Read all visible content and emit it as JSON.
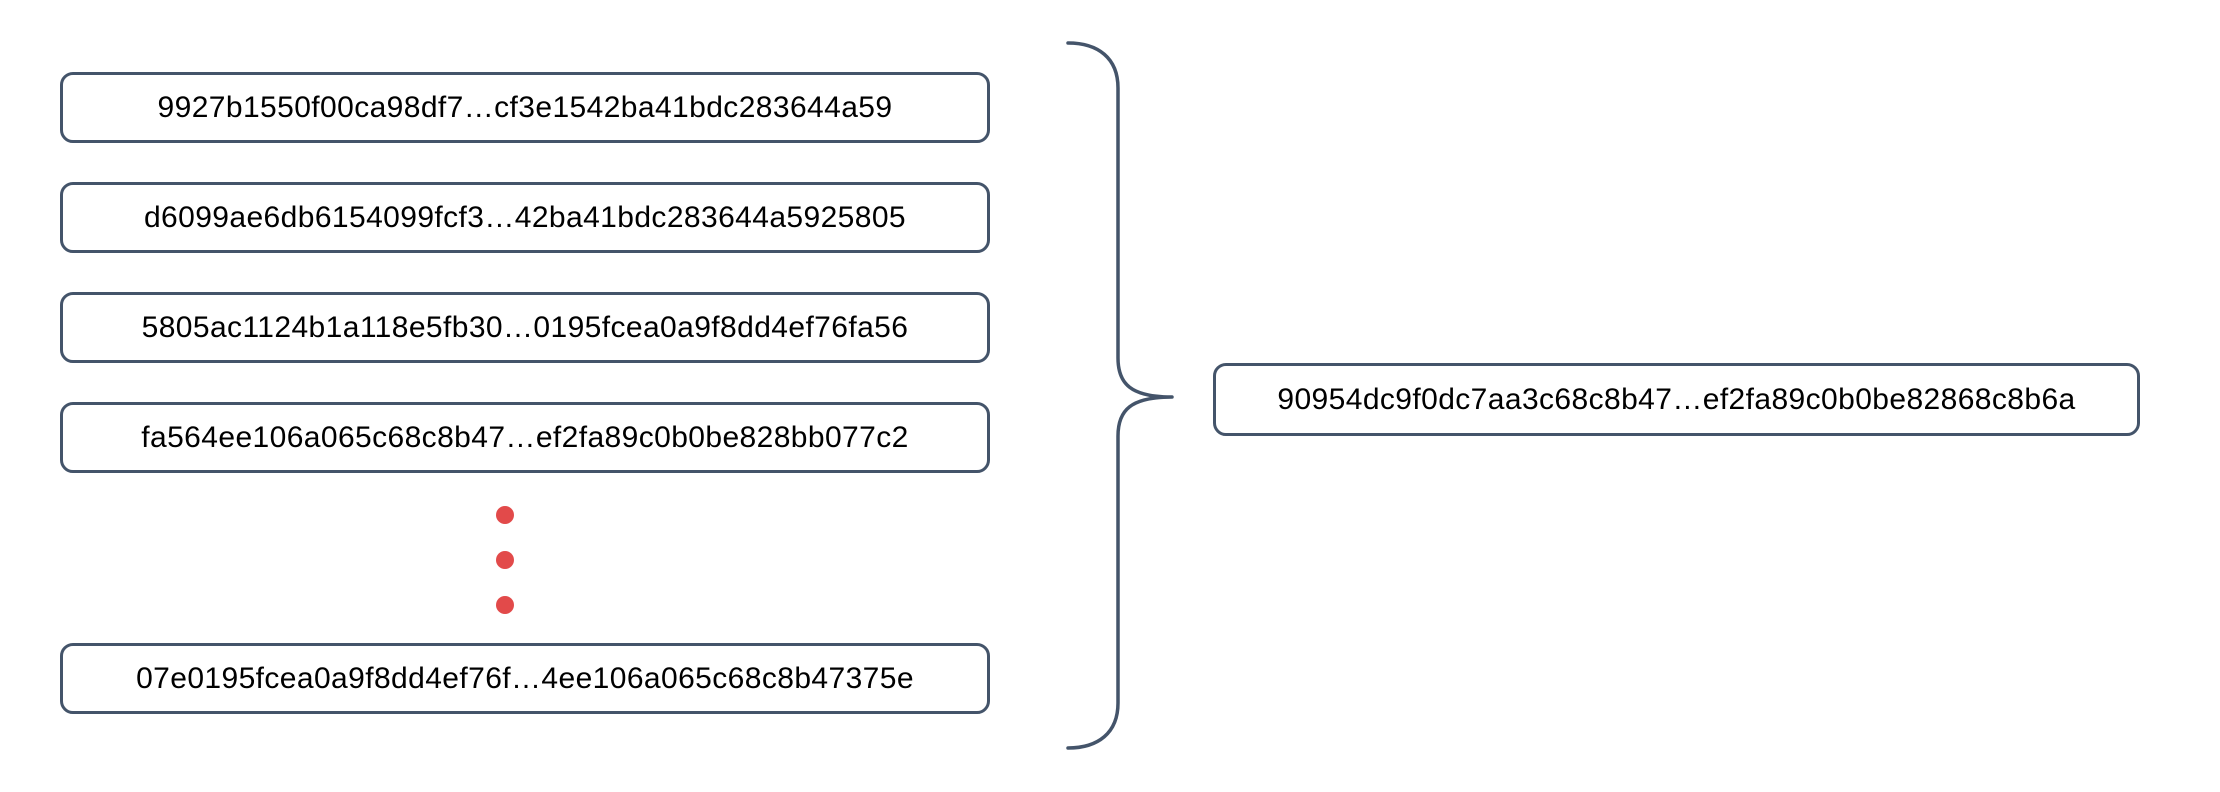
{
  "colors": {
    "box_border": "#44546a",
    "brace": "#44546a",
    "dot": "#e24a4a",
    "text": "#000000",
    "background": "#ffffff"
  },
  "left_column": {
    "boxes": [
      {
        "text": "9927b1550f00ca98df7…cf3e1542ba41bdc283644a59"
      },
      {
        "text": "d6099ae6db6154099fcf3…42ba41bdc283644a5925805"
      },
      {
        "text": "5805ac1124b1a118e5fb30…0195fcea0a9f8dd4ef76fa56"
      },
      {
        "text": "fa564ee106a065c68c8b47…ef2fa89c0b0be828bb077c2"
      },
      {
        "text": "07e0195fcea0a9f8dd4ef76f…4ee106a065c68c8b47375e"
      }
    ],
    "ellipsis_icon": "vertical-ellipsis-dots"
  },
  "brace": {
    "icon": "right-curly-brace"
  },
  "result_box": {
    "text": "90954dc9f0dc7aa3c68c8b47…ef2fa89c0b0be82868c8b6a"
  }
}
